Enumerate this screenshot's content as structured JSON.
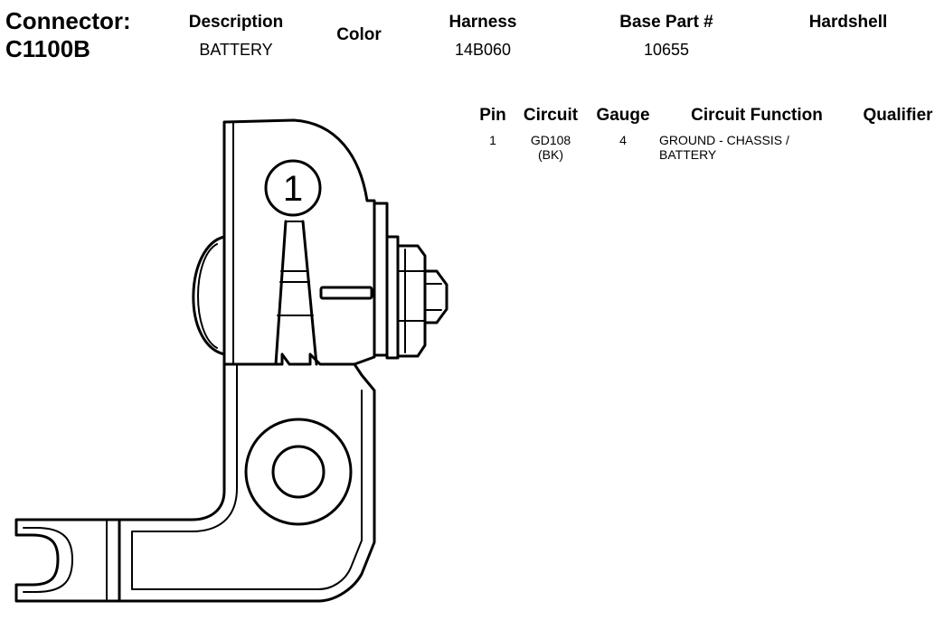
{
  "connector": {
    "label": "Connector:",
    "id": "C1100B"
  },
  "info": {
    "description_header": "Description",
    "description_value": "BATTERY",
    "color_header": "Color",
    "harness_header": "Harness",
    "harness_value": "14B060",
    "base_part_header": "Base Part #",
    "base_part_value": "10655",
    "hardshell_header": "Hardshell"
  },
  "pin_table": {
    "headers": {
      "pin": "Pin",
      "circuit": "Circuit",
      "gauge": "Gauge",
      "function": "Circuit Function",
      "qualifier": "Qualifier"
    },
    "rows": [
      {
        "pin": "1",
        "circuit_line1": "GD108",
        "circuit_line2": "(BK)",
        "gauge": "4",
        "function_line1": "GROUND - CHASSIS /",
        "function_line2": "BATTERY",
        "qualifier": ""
      }
    ]
  },
  "drawing": {
    "pin_label": "1"
  }
}
